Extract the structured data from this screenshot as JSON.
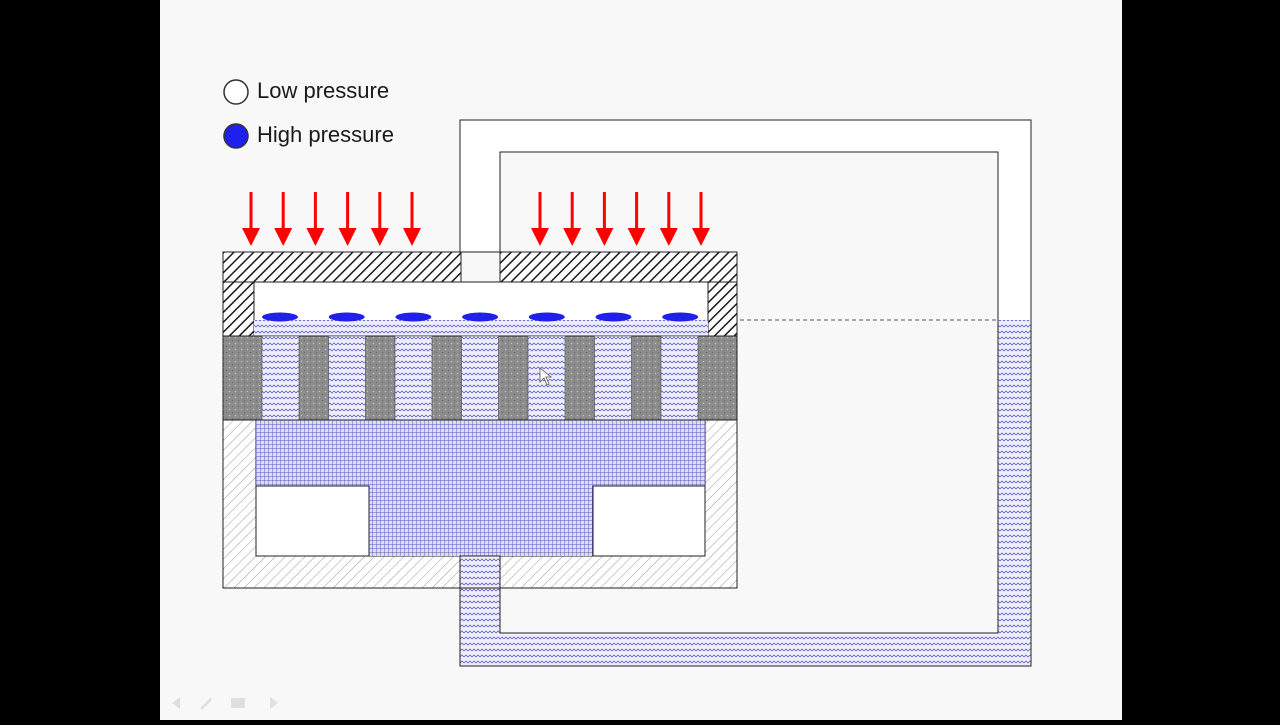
{
  "legend": {
    "low": {
      "label": "Low pressure",
      "color": "#ffffff"
    },
    "high": {
      "label": "High pressure",
      "color": "#2020ee"
    }
  },
  "colors": {
    "slide_background": "#f8f8f8",
    "frame_background": "#000000",
    "arrow": "#ff0000",
    "fluid": "#3030c8",
    "hatch": "#1a1a1a",
    "stone": "#888888"
  },
  "diagram": {
    "left_arrow_count": 6,
    "right_arrow_count": 6,
    "blob_count": 7,
    "rod_count": 7
  },
  "nav_icons": [
    "back-arrow-icon",
    "pen-icon",
    "menu-icon",
    "forward-arrow-icon"
  ]
}
